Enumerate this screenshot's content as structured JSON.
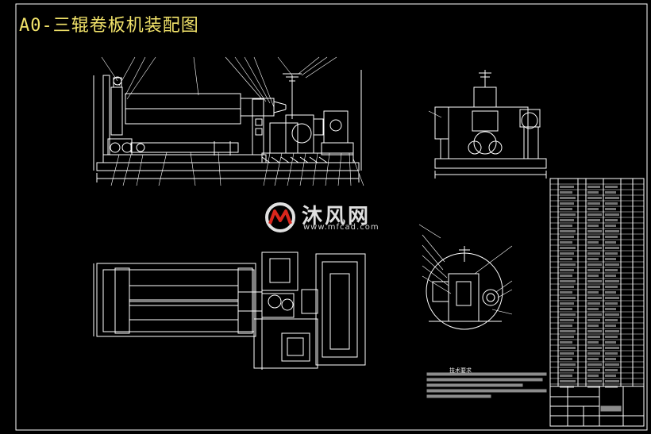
{
  "title": "A0-三辊卷板机装配图",
  "watermark": {
    "brand": "沐风网",
    "url": "www.mfcad.com",
    "logo_icon": "mf-logo-icon"
  },
  "tech_requirements_heading": "技术要求",
  "colors": {
    "background": "#000000",
    "lines": "#ffffff",
    "title": "#f2e36a"
  }
}
